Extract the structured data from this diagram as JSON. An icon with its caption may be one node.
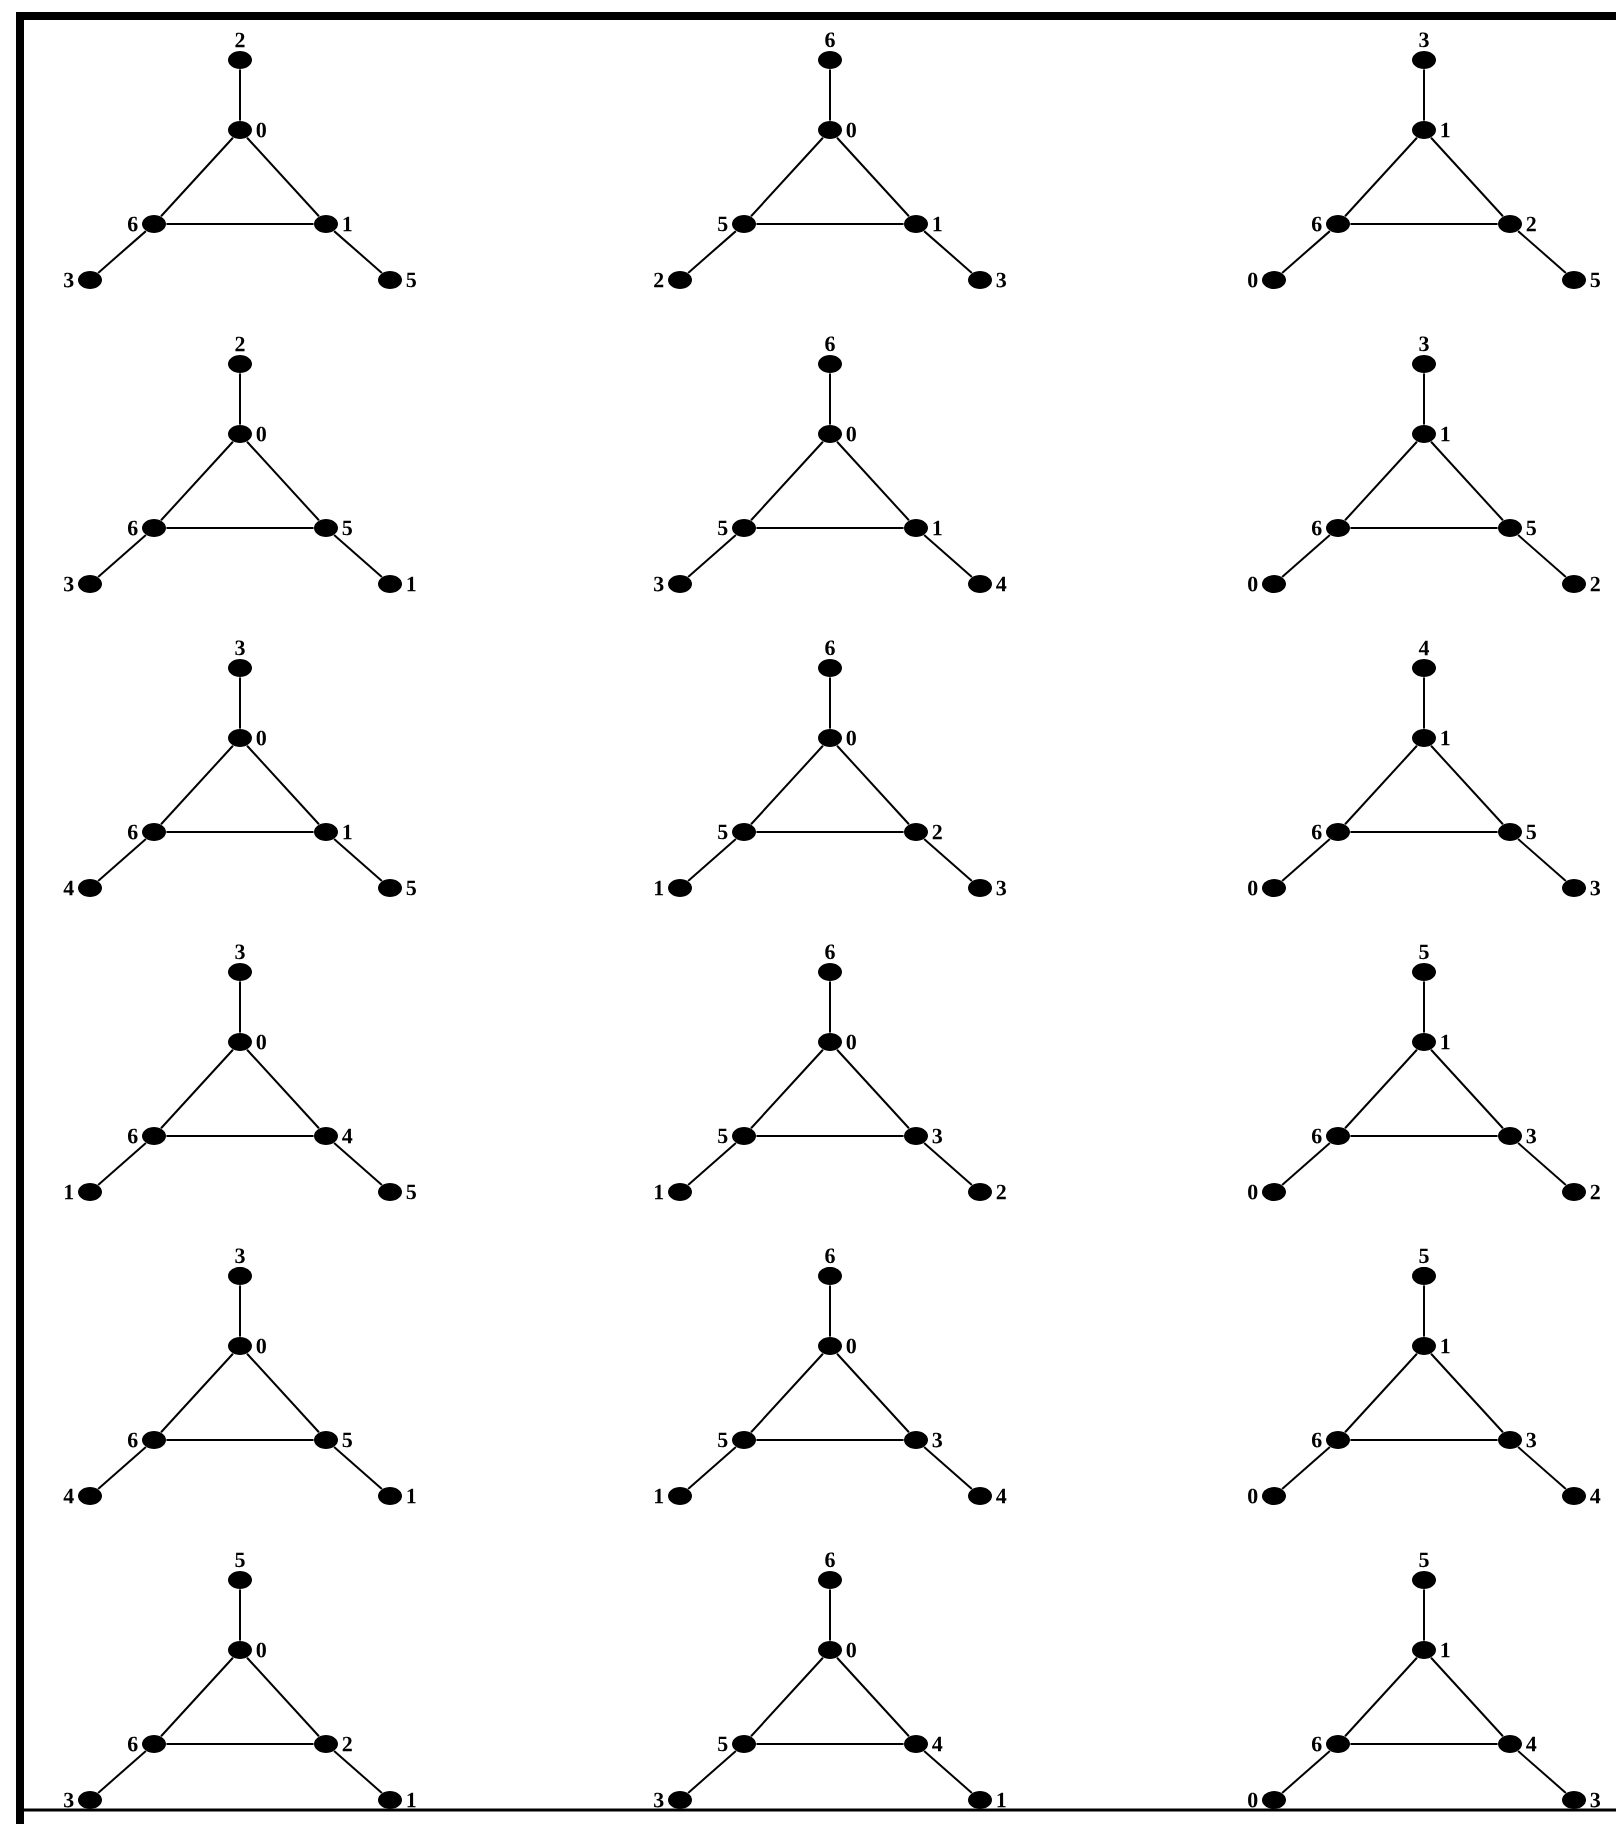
{
  "diagram": {
    "nodes": [
      {
        "text": [],
        "shape": "circle",
        "beside": [
          "2"
        ]
      },
      {
        "text": [],
        "shape": "circle",
        "beside": [
          "0"
        ]
      },
      {
        "text": [],
        "shape": "circle",
        "beside": [
          "6"
        ]
      },
      {
        "text": [],
        "shape": "circle",
        "beside": [
          "1"
        ]
      },
      {
        "text": [],
        "shape": "circle",
        "beside": [
          "3"
        ]
      },
      {
        "text": [],
        "shape": "circle",
        "beside": [
          "5"
        ]
      },
      {
        "text": [],
        "shape": "circle",
        "beside": [
          "6"
        ]
      },
      {
        "text": [],
        "shape": "circle",
        "beside": [
          "0"
        ]
      },
      {
        "text": [],
        "shape": "circle",
        "beside": [
          "5"
        ]
      },
      {
        "text": [],
        "shape": "circle",
        "beside": [
          "1"
        ]
      },
      {
        "text": [],
        "shape": "circle",
        "beside": [
          "2"
        ]
      },
      {
        "text": [],
        "shape": "circle",
        "beside": [
          "3"
        ]
      },
      {
        "text": [],
        "shape": "circle",
        "beside": [
          "3"
        ]
      },
      {
        "text": [],
        "shape": "circle",
        "beside": [
          "1"
        ]
      },
      {
        "text": [],
        "shape": "circle",
        "beside": [
          "6"
        ]
      },
      {
        "text": [],
        "shape": "circle",
        "beside": [
          "2"
        ]
      },
      {
        "text": [],
        "shape": "circle",
        "beside": [
          "0"
        ]
      },
      {
        "text": [],
        "shape": "circle",
        "beside": [
          "5"
        ]
      },
      {
        "text": [],
        "shape": "circle",
        "beside": [
          "2"
        ]
      },
      {
        "text": [],
        "shape": "circle",
        "beside": [
          "0"
        ]
      },
      {
        "text": [],
        "shape": "circle",
        "beside": [
          "6"
        ]
      },
      {
        "text": [],
        "shape": "circle",
        "beside": [
          "5"
        ]
      },
      {
        "text": [],
        "shape": "circle",
        "beside": [
          "3"
        ]
      },
      {
        "text": [],
        "shape": "circle",
        "beside": [
          "1"
        ]
      },
      {
        "text": [],
        "shape": "circle",
        "beside": [
          "6"
        ]
      },
      {
        "text": [],
        "shape": "circle",
        "beside": [
          "0"
        ]
      },
      {
        "text": [],
        "shape": "circle",
        "beside": [
          "5"
        ]
      },
      {
        "text": [],
        "shape": "circle",
        "beside": [
          "1"
        ]
      },
      {
        "text": [],
        "shape": "circle",
        "beside": [
          "3"
        ]
      },
      {
        "text": [],
        "shape": "circle",
        "beside": [
          "4"
        ]
      },
      {
        "text": [],
        "shape": "circle",
        "beside": [
          "3"
        ]
      },
      {
        "text": [],
        "shape": "circle",
        "beside": [
          "1"
        ]
      },
      {
        "text": [],
        "shape": "circle",
        "beside": [
          "6"
        ]
      },
      {
        "text": [],
        "shape": "circle",
        "beside": [
          "5"
        ]
      },
      {
        "text": [],
        "shape": "circle",
        "beside": [
          "0"
        ]
      },
      {
        "text": [],
        "shape": "circle",
        "beside": [
          "2"
        ]
      },
      {
        "text": [],
        "shape": "circle",
        "beside": [
          "3"
        ]
      },
      {
        "text": [],
        "shape": "circle",
        "beside": [
          "0"
        ]
      },
      {
        "text": [],
        "shape": "circle",
        "beside": [
          "6"
        ]
      },
      {
        "text": [],
        "shape": "circle",
        "beside": [
          "1"
        ]
      },
      {
        "text": [],
        "shape": "circle",
        "beside": [
          "4"
        ]
      },
      {
        "text": [],
        "shape": "circle",
        "beside": [
          "5"
        ]
      },
      {
        "text": [],
        "shape": "circle",
        "beside": [
          "6"
        ]
      },
      {
        "text": [],
        "shape": "circle",
        "beside": [
          "0"
        ]
      },
      {
        "text": [],
        "shape": "circle",
        "beside": [
          "5"
        ]
      },
      {
        "text": [],
        "shape": "circle",
        "beside": [
          "2"
        ]
      },
      {
        "text": [],
        "shape": "circle",
        "beside": [
          "1"
        ]
      },
      {
        "text": [],
        "shape": "circle",
        "beside": [
          "3"
        ]
      },
      {
        "text": [],
        "shape": "circle",
        "beside": [
          "4"
        ]
      },
      {
        "text": [],
        "shape": "circle",
        "beside": [
          "1"
        ]
      },
      {
        "text": [],
        "shape": "circle",
        "beside": [
          "6"
        ]
      },
      {
        "text": [],
        "shape": "circle",
        "beside": [
          "5"
        ]
      },
      {
        "text": [],
        "shape": "circle",
        "beside": [
          "0"
        ]
      },
      {
        "text": [],
        "shape": "circle",
        "beside": [
          "3"
        ]
      },
      {
        "text": [],
        "shape": "circle",
        "beside": [
          "3"
        ]
      },
      {
        "text": [],
        "shape": "circle",
        "beside": [
          "0"
        ]
      },
      {
        "text": [],
        "shape": "circle",
        "beside": [
          "6"
        ]
      },
      {
        "text": [],
        "shape": "circle",
        "beside": [
          "4"
        ]
      },
      {
        "text": [],
        "shape": "circle",
        "beside": [
          "1"
        ]
      },
      {
        "text": [],
        "shape": "circle",
        "beside": [
          "5"
        ]
      },
      {
        "text": [],
        "shape": "circle",
        "beside": [
          "6"
        ]
      },
      {
        "text": [],
        "shape": "circle",
        "beside": [
          "0"
        ]
      },
      {
        "text": [],
        "shape": "circle",
        "beside": [
          "5"
        ]
      },
      {
        "text": [],
        "shape": "circle",
        "beside": [
          "3"
        ]
      },
      {
        "text": [],
        "shape": "circle",
        "beside": [
          "1"
        ]
      },
      {
        "text": [],
        "shape": "circle",
        "beside": [
          "2"
        ]
      },
      {
        "text": [],
        "shape": "circle",
        "beside": [
          "5"
        ]
      },
      {
        "text": [],
        "shape": "circle",
        "beside": [
          "1"
        ]
      },
      {
        "text": [],
        "shape": "circle",
        "beside": [
          "6"
        ]
      },
      {
        "text": [],
        "shape": "circle",
        "beside": [
          "3"
        ]
      },
      {
        "text": [],
        "shape": "circle",
        "beside": [
          "0"
        ]
      },
      {
        "text": [],
        "shape": "circle",
        "beside": [
          "2"
        ]
      },
      {
        "text": [],
        "shape": "circle",
        "beside": [
          "3"
        ]
      },
      {
        "text": [],
        "shape": "circle",
        "beside": [
          "0"
        ]
      },
      {
        "text": [],
        "shape": "circle",
        "beside": [
          "6"
        ]
      },
      {
        "text": [],
        "shape": "circle",
        "beside": [
          "5"
        ]
      },
      {
        "text": [],
        "shape": "circle",
        "beside": [
          "4"
        ]
      },
      {
        "text": [],
        "shape": "circle",
        "beside": [
          "1"
        ]
      },
      {
        "text": [],
        "shape": "circle",
        "beside": [
          "6"
        ]
      },
      {
        "text": [],
        "shape": "circle",
        "beside": [
          "0"
        ]
      },
      {
        "text": [],
        "shape": "circle",
        "beside": [
          "5"
        ]
      },
      {
        "text": [],
        "shape": "circle",
        "beside": [
          "3"
        ]
      },
      {
        "text": [],
        "shape": "circle",
        "beside": [
          "1"
        ]
      },
      {
        "text": [],
        "shape": "circle",
        "beside": [
          "4"
        ]
      },
      {
        "text": [],
        "shape": "circle",
        "beside": [
          "5"
        ]
      },
      {
        "text": [],
        "shape": "circle",
        "beside": [
          "1"
        ]
      },
      {
        "text": [],
        "shape": "circle",
        "beside": [
          "6"
        ]
      },
      {
        "text": [],
        "shape": "circle",
        "beside": [
          "3"
        ]
      },
      {
        "text": [],
        "shape": "circle",
        "beside": [
          "0"
        ]
      },
      {
        "text": [],
        "shape": "circle",
        "beside": [
          "4"
        ]
      },
      {
        "text": [],
        "shape": "circle",
        "beside": [
          "5"
        ]
      },
      {
        "text": [],
        "shape": "circle",
        "beside": [
          "0"
        ]
      },
      {
        "text": [],
        "shape": "circle",
        "beside": [
          "6"
        ]
      },
      {
        "text": [],
        "shape": "circle",
        "beside": [
          "2"
        ]
      },
      {
        "text": [],
        "shape": "circle",
        "beside": [
          "3"
        ]
      },
      {
        "text": [],
        "shape": "circle",
        "beside": [
          "1"
        ]
      },
      {
        "text": [],
        "shape": "circle",
        "beside": [
          "6"
        ]
      },
      {
        "text": [],
        "shape": "circle",
        "beside": [
          "0"
        ]
      },
      {
        "text": [],
        "shape": "circle",
        "beside": [
          "5"
        ]
      },
      {
        "text": [],
        "shape": "circle",
        "beside": [
          "4"
        ]
      },
      {
        "text": [],
        "shape": "circle",
        "beside": [
          "3"
        ]
      },
      {
        "text": [],
        "shape": "circle",
        "beside": [
          "1"
        ]
      },
      {
        "text": [],
        "shape": "circle",
        "beside": [
          "5"
        ]
      },
      {
        "text": [],
        "shape": "circle",
        "beside": [
          "1"
        ]
      },
      {
        "text": [],
        "shape": "circle",
        "beside": [
          "6"
        ]
      },
      {
        "text": [],
        "shape": "circle",
        "beside": [
          "4"
        ]
      },
      {
        "text": [],
        "shape": "circle",
        "beside": [
          "0"
        ]
      },
      {
        "text": [],
        "shape": "circle",
        "beside": [
          "3"
        ]
      }
    ],
    "edges": [
      {
        "from": 0,
        "to": 1,
        "arrow": "none"
      },
      {
        "from": 1,
        "to": 2,
        "arrow": "none"
      },
      {
        "from": 1,
        "to": 3,
        "arrow": "none"
      },
      {
        "from": 2,
        "to": 3,
        "arrow": "none"
      },
      {
        "from": 2,
        "to": 4,
        "arrow": "none"
      },
      {
        "from": 3,
        "to": 5,
        "arrow": "none"
      },
      {
        "from": 6,
        "to": 7,
        "arrow": "none"
      },
      {
        "from": 7,
        "to": 8,
        "arrow": "none"
      },
      {
        "from": 7,
        "to": 9,
        "arrow": "none"
      },
      {
        "from": 8,
        "to": 9,
        "arrow": "none"
      },
      {
        "from": 8,
        "to": 10,
        "arrow": "none"
      },
      {
        "from": 9,
        "to": 11,
        "arrow": "none"
      },
      {
        "from": 12,
        "to": 13,
        "arrow": "none"
      },
      {
        "from": 13,
        "to": 14,
        "arrow": "none"
      },
      {
        "from": 13,
        "to": 15,
        "arrow": "none"
      },
      {
        "from": 14,
        "to": 15,
        "arrow": "none"
      },
      {
        "from": 14,
        "to": 16,
        "arrow": "none"
      },
      {
        "from": 15,
        "to": 17,
        "arrow": "none"
      },
      {
        "from": 18,
        "to": 19,
        "arrow": "none"
      },
      {
        "from": 19,
        "to": 20,
        "arrow": "none"
      },
      {
        "from": 19,
        "to": 21,
        "arrow": "none"
      },
      {
        "from": 20,
        "to": 21,
        "arrow": "none"
      },
      {
        "from": 20,
        "to": 22,
        "arrow": "none"
      },
      {
        "from": 21,
        "to": 23,
        "arrow": "none"
      },
      {
        "from": 24,
        "to": 25,
        "arrow": "none"
      },
      {
        "from": 25,
        "to": 26,
        "arrow": "none"
      },
      {
        "from": 25,
        "to": 27,
        "arrow": "none"
      },
      {
        "from": 26,
        "to": 27,
        "arrow": "none"
      },
      {
        "from": 26,
        "to": 28,
        "arrow": "none"
      },
      {
        "from": 27,
        "to": 29,
        "arrow": "none"
      },
      {
        "from": 30,
        "to": 31,
        "arrow": "none"
      },
      {
        "from": 31,
        "to": 32,
        "arrow": "none"
      },
      {
        "from": 31,
        "to": 33,
        "arrow": "none"
      },
      {
        "from": 32,
        "to": 33,
        "arrow": "none"
      },
      {
        "from": 32,
        "to": 34,
        "arrow": "none"
      },
      {
        "from": 33,
        "to": 35,
        "arrow": "none"
      },
      {
        "from": 36,
        "to": 37,
        "arrow": "none"
      },
      {
        "from": 37,
        "to": 38,
        "arrow": "none"
      },
      {
        "from": 37,
        "to": 39,
        "arrow": "none"
      },
      {
        "from": 38,
        "to": 39,
        "arrow": "none"
      },
      {
        "from": 38,
        "to": 40,
        "arrow": "none"
      },
      {
        "from": 39,
        "to": 41,
        "arrow": "none"
      },
      {
        "from": 42,
        "to": 43,
        "arrow": "none"
      },
      {
        "from": 43,
        "to": 44,
        "arrow": "none"
      },
      {
        "from": 43,
        "to": 45,
        "arrow": "none"
      },
      {
        "from": 44,
        "to": 45,
        "arrow": "none"
      },
      {
        "from": 44,
        "to": 46,
        "arrow": "none"
      },
      {
        "from": 45,
        "to": 47,
        "arrow": "none"
      },
      {
        "from": 48,
        "to": 49,
        "arrow": "none"
      },
      {
        "from": 49,
        "to": 50,
        "arrow": "none"
      },
      {
        "from": 49,
        "to": 51,
        "arrow": "none"
      },
      {
        "from": 50,
        "to": 51,
        "arrow": "none"
      },
      {
        "from": 50,
        "to": 52,
        "arrow": "none"
      },
      {
        "from": 51,
        "to": 53,
        "arrow": "none"
      },
      {
        "from": 54,
        "to": 55,
        "arrow": "none"
      },
      {
        "from": 55,
        "to": 56,
        "arrow": "none"
      },
      {
        "from": 55,
        "to": 57,
        "arrow": "none"
      },
      {
        "from": 56,
        "to": 57,
        "arrow": "none"
      },
      {
        "from": 56,
        "to": 58,
        "arrow": "none"
      },
      {
        "from": 57,
        "to": 59,
        "arrow": "none"
      },
      {
        "from": 60,
        "to": 61,
        "arrow": "none"
      },
      {
        "from": 61,
        "to": 62,
        "arrow": "none"
      },
      {
        "from": 61,
        "to": 63,
        "arrow": "none"
      },
      {
        "from": 62,
        "to": 63,
        "arrow": "none"
      },
      {
        "from": 62,
        "to": 64,
        "arrow": "none"
      },
      {
        "from": 63,
        "to": 65,
        "arrow": "none"
      },
      {
        "from": 66,
        "to": 67,
        "arrow": "none"
      },
      {
        "from": 67,
        "to": 68,
        "arrow": "none"
      },
      {
        "from": 67,
        "to": 69,
        "arrow": "none"
      },
      {
        "from": 68,
        "to": 69,
        "arrow": "none"
      },
      {
        "from": 68,
        "to": 70,
        "arrow": "none"
      },
      {
        "from": 69,
        "to": 71,
        "arrow": "none"
      },
      {
        "from": 72,
        "to": 73,
        "arrow": "none"
      },
      {
        "from": 73,
        "to": 74,
        "arrow": "none"
      },
      {
        "from": 73,
        "to": 75,
        "arrow": "none"
      },
      {
        "from": 74,
        "to": 75,
        "arrow": "none"
      },
      {
        "from": 74,
        "to": 76,
        "arrow": "none"
      },
      {
        "from": 75,
        "to": 77,
        "arrow": "none"
      },
      {
        "from": 78,
        "to": 79,
        "arrow": "none"
      },
      {
        "from": 79,
        "to": 80,
        "arrow": "none"
      },
      {
        "from": 79,
        "to": 81,
        "arrow": "none"
      },
      {
        "from": 80,
        "to": 81,
        "arrow": "none"
      },
      {
        "from": 80,
        "to": 82,
        "arrow": "none"
      },
      {
        "from": 81,
        "to": 83,
        "arrow": "none"
      },
      {
        "from": 84,
        "to": 85,
        "arrow": "none"
      },
      {
        "from": 85,
        "to": 86,
        "arrow": "none"
      },
      {
        "from": 85,
        "to": 87,
        "arrow": "none"
      },
      {
        "from": 86,
        "to": 87,
        "arrow": "none"
      },
      {
        "from": 86,
        "to": 88,
        "arrow": "none"
      },
      {
        "from": 87,
        "to": 89,
        "arrow": "none"
      },
      {
        "from": 90,
        "to": 91,
        "arrow": "none"
      },
      {
        "from": 91,
        "to": 92,
        "arrow": "none"
      },
      {
        "from": 91,
        "to": 93,
        "arrow": "none"
      },
      {
        "from": 92,
        "to": 93,
        "arrow": "none"
      },
      {
        "from": 92,
        "to": 94,
        "arrow": "none"
      },
      {
        "from": 93,
        "to": 95,
        "arrow": "none"
      },
      {
        "from": 96,
        "to": 97,
        "arrow": "none"
      },
      {
        "from": 97,
        "to": 98,
        "arrow": "none"
      },
      {
        "from": 97,
        "to": 99,
        "arrow": "none"
      },
      {
        "from": 98,
        "to": 99,
        "arrow": "none"
      },
      {
        "from": 98,
        "to": 100,
        "arrow": "none"
      },
      {
        "from": 99,
        "to": 101,
        "arrow": "none"
      },
      {
        "from": 102,
        "to": 103,
        "arrow": "none"
      },
      {
        "from": 103,
        "to": 104,
        "arrow": "none"
      },
      {
        "from": 103,
        "to": 105,
        "arrow": "none"
      },
      {
        "from": 104,
        "to": 105,
        "arrow": "none"
      },
      {
        "from": 104,
        "to": 106,
        "arrow": "none"
      },
      {
        "from": 105,
        "to": 107,
        "arrow": "none"
      }
    ]
  }
}
